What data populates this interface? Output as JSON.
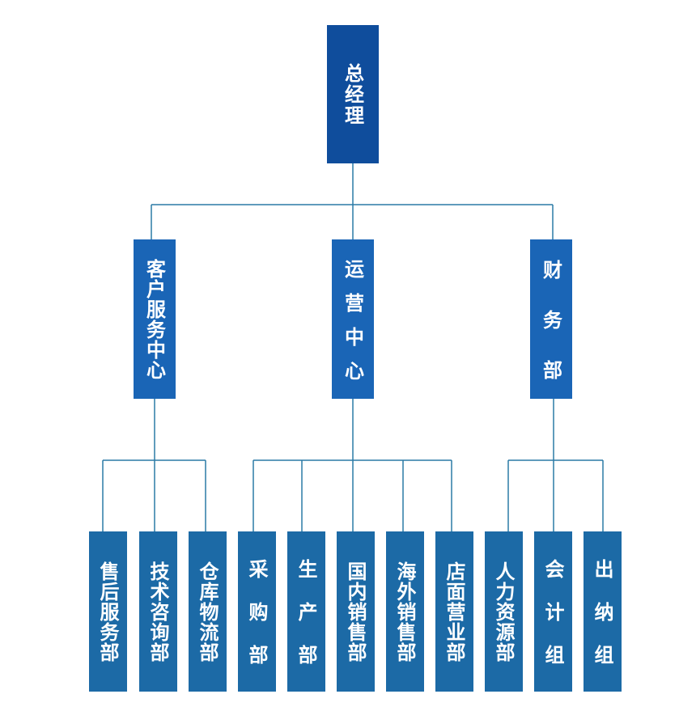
{
  "colors": {
    "top": "#0f4d9c",
    "middle": "#1a65b6",
    "leaf": "#1c6aa6",
    "line": "#2a7aa6"
  },
  "org": {
    "root": "总经理",
    "centers": [
      {
        "name": "客户服务中心",
        "departments": [
          "售后服务部",
          "技术咨询部",
          "仓库物流部"
        ]
      },
      {
        "name": "运营中心",
        "departments": [
          "采购部",
          "生产部",
          "国内销售部",
          "海外销售部",
          "店面营业部"
        ]
      },
      {
        "name": "财务部",
        "departments": [
          "人力资源部",
          "会计组",
          "出纳组"
        ]
      }
    ]
  }
}
